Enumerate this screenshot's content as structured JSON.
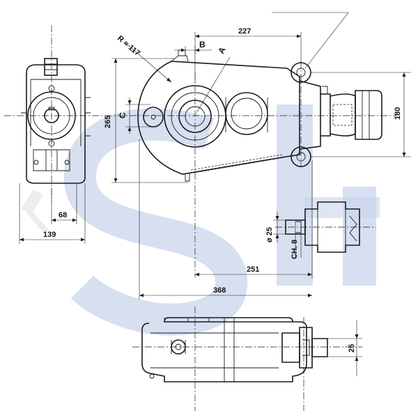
{
  "watermark": {
    "text": "SH",
    "color": "#c9d4ec"
  },
  "drawing": {
    "ink_color": "#1a1a1a",
    "labels": {
      "radius": "R = 117",
      "section_a": "A",
      "section_b": "B",
      "section_c": "C",
      "diameter": "ø 25",
      "key": "CH. 8"
    },
    "dimensions": {
      "d227": "227",
      "d265": "265",
      "d180": "180",
      "d68": "68",
      "d139": "139",
      "d251": "251",
      "d368": "368",
      "d25": "25"
    }
  }
}
